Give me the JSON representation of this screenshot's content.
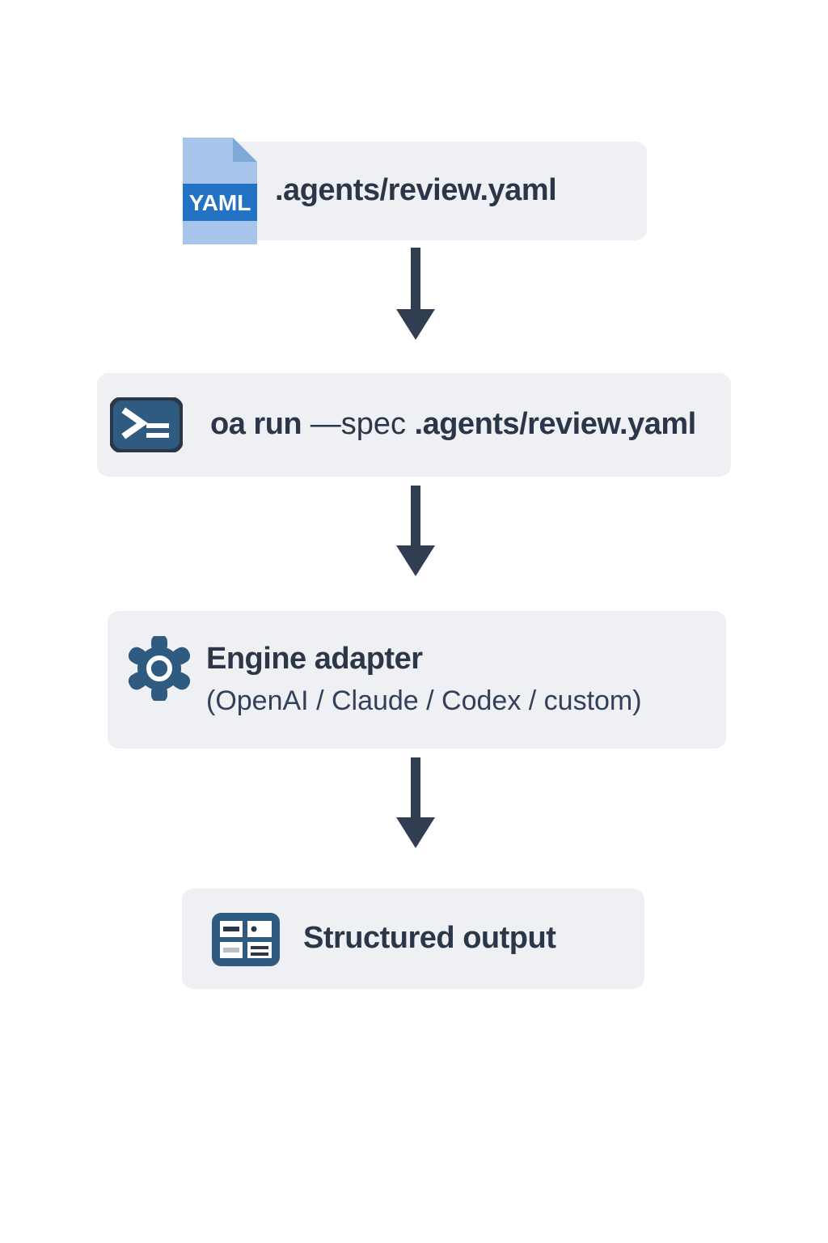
{
  "diagram": {
    "title": "agent spec execution flow",
    "background": "#ffffff",
    "card_background": "#eef0f4",
    "text_color": "#2b3648",
    "arrow_color": "#313e52",
    "accent_blue": "#2372c4",
    "accent_light_blue": "#97bbe6",
    "accent_steel": "#2f5b80",
    "steps": [
      {
        "id": "spec-file",
        "icon": "yaml-file-icon",
        "icon_label": "YAML",
        "label": ".agents/review.yaml"
      },
      {
        "id": "run-command",
        "icon": "terminal-icon",
        "command_name": "oa run",
        "command_flag": "—spec",
        "command_arg": ".agents/review.yaml"
      },
      {
        "id": "engine-adapter",
        "icon": "gear-icon",
        "label": "Engine adapter",
        "sublabel": "(OpenAI / Claude / Codex / custom)"
      },
      {
        "id": "structured-output",
        "icon": "dashboard-layout-icon",
        "label": "Structured output"
      }
    ],
    "connectors": [
      {
        "id": "arrow-spec-to-command",
        "direction": "down"
      },
      {
        "id": "arrow-command-to-engine",
        "direction": "down"
      },
      {
        "id": "arrow-engine-to-output",
        "direction": "down"
      }
    ]
  }
}
